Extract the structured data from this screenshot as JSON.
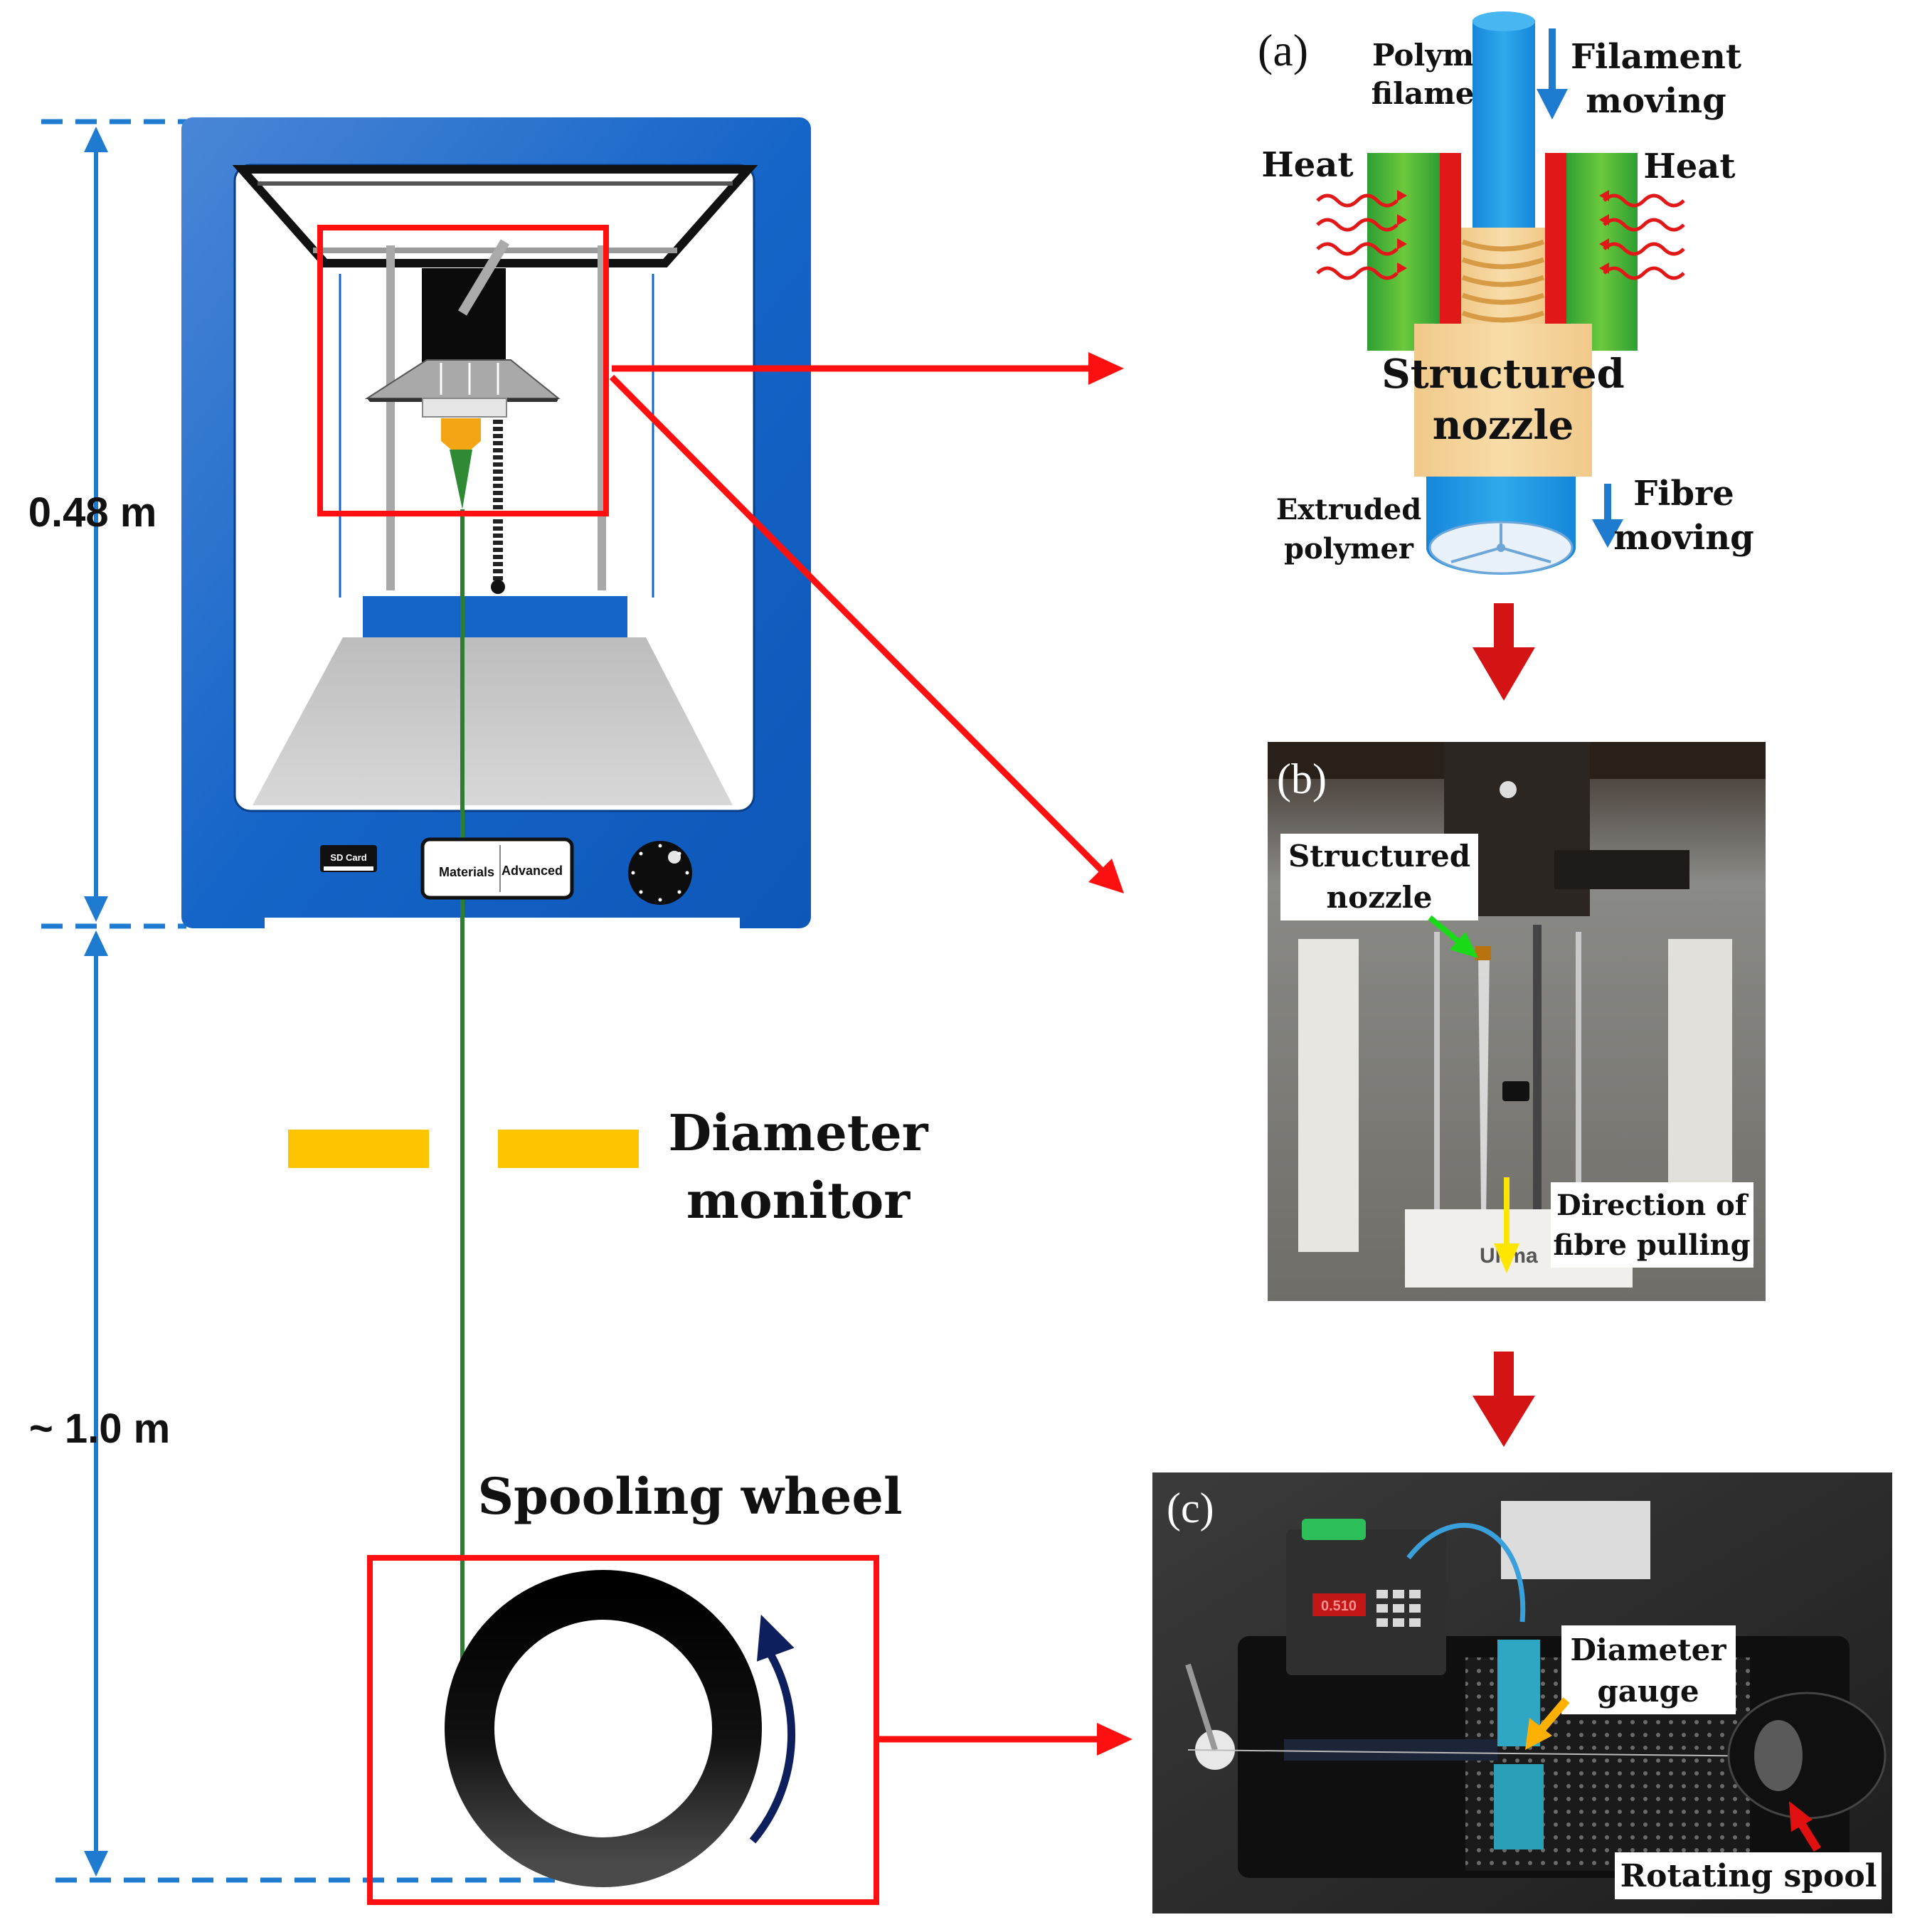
{
  "scale": {
    "printer_height": "0.48 m",
    "drop_height": "~ 1.0 m"
  },
  "printer": {
    "sd_card": "SD Card",
    "materials": "Materials",
    "advanced": "Advanced"
  },
  "monitor": {
    "line1": "Diameter",
    "line2": "monitor"
  },
  "spool_wheel": {
    "title": "Spooling wheel"
  },
  "panel_a": {
    "letter": "(a)",
    "polymer_filament_1": "Polymer",
    "polymer_filament_2": "filament",
    "filament_moving_1": "Filament",
    "filament_moving_2": "moving",
    "heat_left": "Heat",
    "heat_right": "Heat",
    "nozzle_1": "Structured",
    "nozzle_2": "nozzle",
    "extruded_1": "Extruded",
    "extruded_2": "polymer",
    "fibre_moving_1": "Fibre",
    "fibre_moving_2": "moving"
  },
  "panel_b": {
    "letter": "(b)",
    "nozzle_1": "Structured",
    "nozzle_2": "nozzle",
    "direction_1": "Direction of",
    "direction_2": "fibre pulling",
    "brand_partial": "Ul   ma"
  },
  "panel_c": {
    "letter": "(c)",
    "gauge_1": "Diameter",
    "gauge_2": "gauge",
    "spool": "Rotating spool",
    "display": "0.510"
  },
  "colors": {
    "printer_blue": "#1565c8",
    "dim_blue": "#1f7bd0",
    "callout_red": "#ff1010",
    "fibre_green": "#2e7d32",
    "monitor_yellow": "#ffc400"
  }
}
